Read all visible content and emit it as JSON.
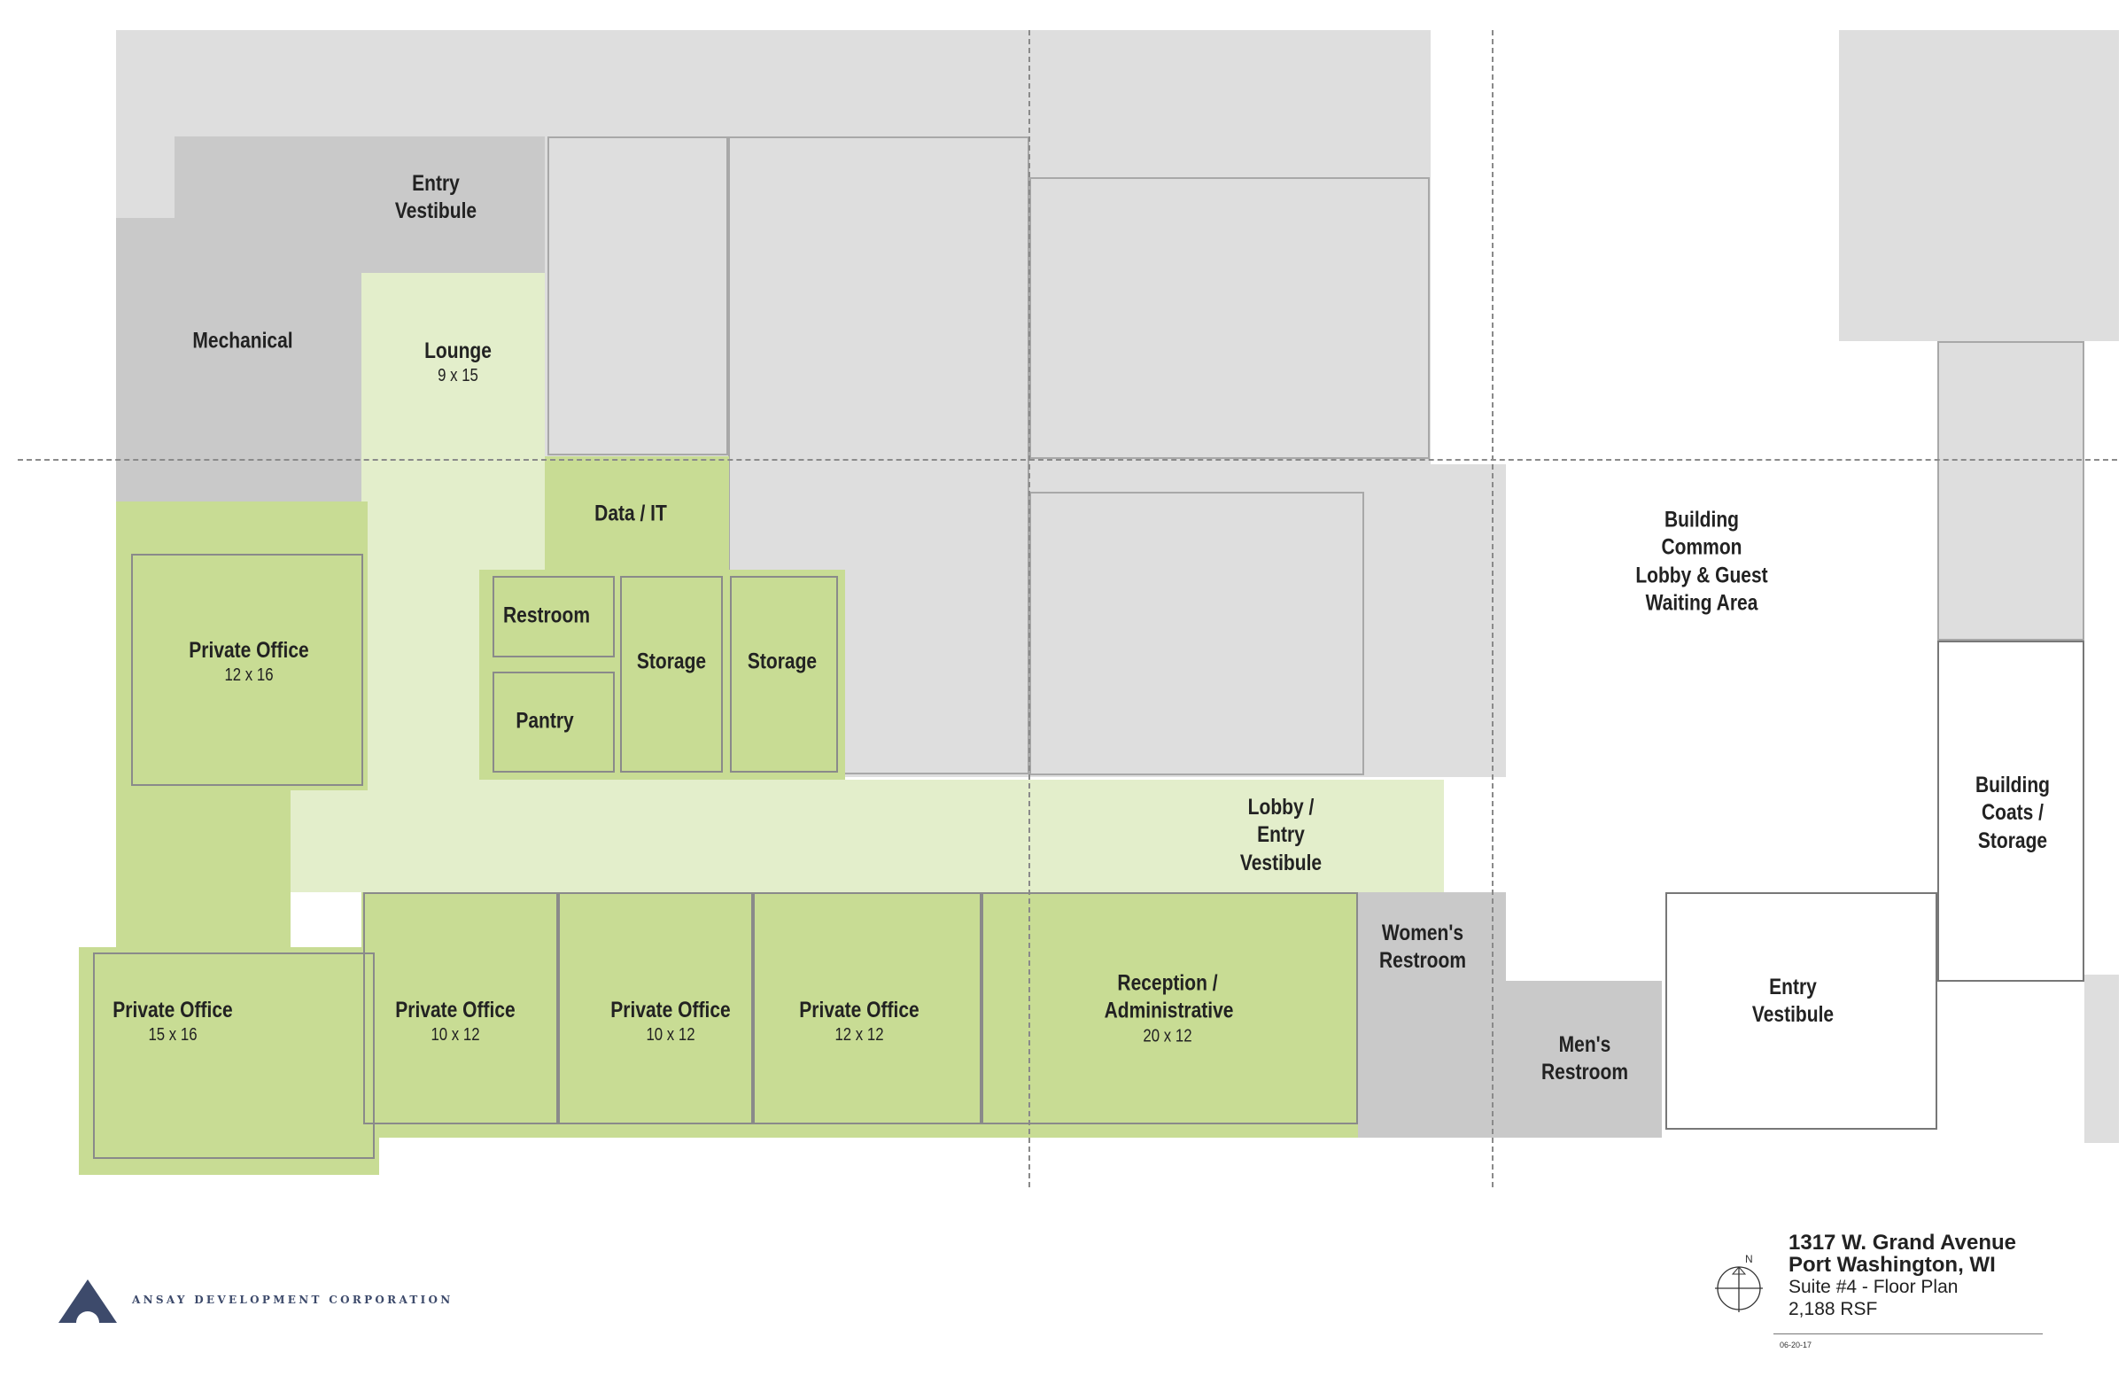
{
  "rooms": [
    {
      "name": "Entry Vestibule",
      "size": ""
    },
    {
      "name": "Mechanical",
      "size": ""
    },
    {
      "name": "Lounge",
      "size": "9 x 15"
    },
    {
      "name": "Data / IT",
      "size": ""
    },
    {
      "name": "Restroom",
      "size": ""
    },
    {
      "name": "Storage",
      "size": ""
    },
    {
      "name": "Storage",
      "size": ""
    },
    {
      "name": "Pantry",
      "size": ""
    },
    {
      "name": "Private Office",
      "size": "12 x 16"
    },
    {
      "name": "Lobby / Entry Vestibule",
      "size": ""
    },
    {
      "name": "Private Office",
      "size": "15 x 16"
    },
    {
      "name": "Private Office",
      "size": "10 x 12"
    },
    {
      "name": "Private Office",
      "size": "10 x 12"
    },
    {
      "name": "Private Office",
      "size": "12 x 12"
    },
    {
      "name": "Reception / Administrative",
      "size": "20 x 12"
    },
    {
      "name": "Women's Restroom",
      "size": ""
    },
    {
      "name": "Men's Restroom",
      "size": ""
    },
    {
      "name": "Building Common Lobby & Guest Waiting Area",
      "size": ""
    },
    {
      "name": "Entry Vestibule",
      "size": ""
    },
    {
      "name": "Building Coats / Storage",
      "size": ""
    }
  ],
  "title_block": {
    "address_line1": "1317 W. Grand Avenue",
    "address_line2": "Port Washington, WI",
    "plan_name": "Suite #4 - Floor Plan",
    "area": "2,188 RSF",
    "date": "06-20-17",
    "north_label": "N"
  },
  "logo": {
    "company": "ANSAY DEVELOPMENT CORPORATION"
  },
  "colors": {
    "suite_green": "#c8dc94",
    "circulation_green": "#e3eecb",
    "existing_gray": "#dedede",
    "service_gray": "#c9c9c9",
    "logo_navy": "#3d4a6b"
  }
}
